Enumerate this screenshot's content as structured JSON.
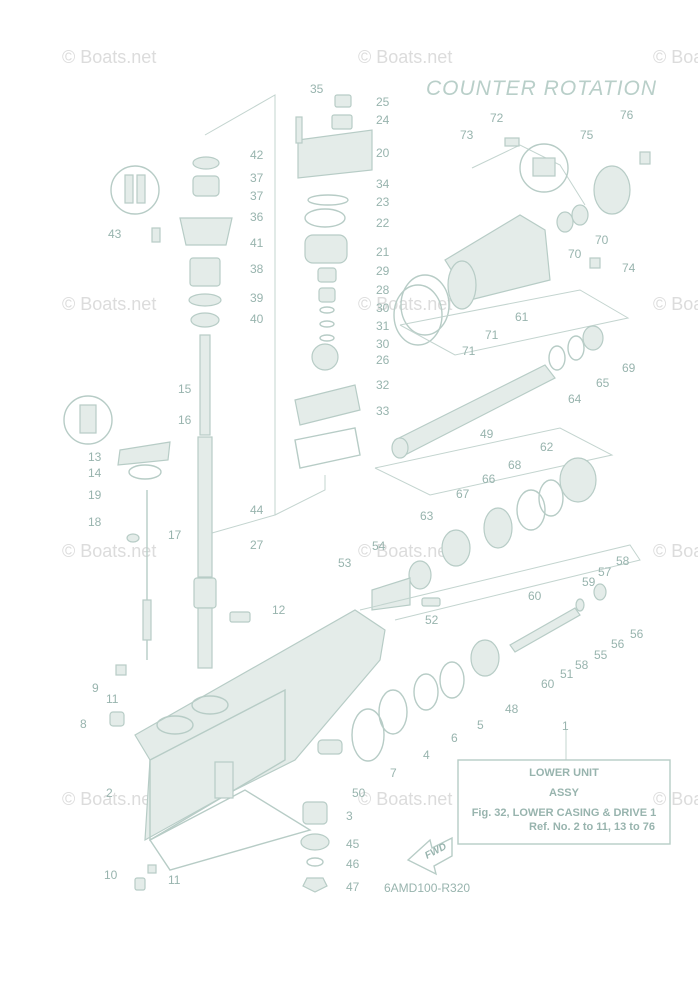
{
  "watermark": "© Boats.net",
  "heading": "COUNTER  ROTATION",
  "diagram_code": "6AMD100-R320",
  "fwd_label": "FWD",
  "info_box": {
    "line1": "LOWER UNIT",
    "line2": "ASSY",
    "line3": "Fig. 32, LOWER CASING & DRIVE 1",
    "line4": "Ref. No. 2 to 11, 13 to 76"
  },
  "callouts": [
    {
      "id": "c35",
      "text": "35"
    },
    {
      "id": "c25",
      "text": "25"
    },
    {
      "id": "c24",
      "text": "24"
    },
    {
      "id": "c20",
      "text": "20"
    },
    {
      "id": "c34",
      "text": "34"
    },
    {
      "id": "c23",
      "text": "23"
    },
    {
      "id": "c22",
      "text": "22"
    },
    {
      "id": "c21",
      "text": "21"
    },
    {
      "id": "c29",
      "text": "29"
    },
    {
      "id": "c28",
      "text": "28"
    },
    {
      "id": "c30a",
      "text": "30"
    },
    {
      "id": "c31",
      "text": "31"
    },
    {
      "id": "c30b",
      "text": "30"
    },
    {
      "id": "c26",
      "text": "26"
    },
    {
      "id": "c32",
      "text": "32"
    },
    {
      "id": "c33",
      "text": "33"
    },
    {
      "id": "c42",
      "text": "42"
    },
    {
      "id": "c37a",
      "text": "37"
    },
    {
      "id": "c37b",
      "text": "37"
    },
    {
      "id": "c36",
      "text": "36"
    },
    {
      "id": "c43",
      "text": "43"
    },
    {
      "id": "c41",
      "text": "41"
    },
    {
      "id": "c38",
      "text": "38"
    },
    {
      "id": "c39",
      "text": "39"
    },
    {
      "id": "c40",
      "text": "40"
    },
    {
      "id": "c15",
      "text": "15"
    },
    {
      "id": "c16",
      "text": "16"
    },
    {
      "id": "c13",
      "text": "13"
    },
    {
      "id": "c14",
      "text": "14"
    },
    {
      "id": "c19",
      "text": "19"
    },
    {
      "id": "c18",
      "text": "18"
    },
    {
      "id": "c17",
      "text": "17"
    },
    {
      "id": "c44",
      "text": "44"
    },
    {
      "id": "c27",
      "text": "27"
    },
    {
      "id": "c12",
      "text": "12"
    },
    {
      "id": "c9",
      "text": "9"
    },
    {
      "id": "c11a",
      "text": "11"
    },
    {
      "id": "c8",
      "text": "8"
    },
    {
      "id": "c2",
      "text": "2"
    },
    {
      "id": "c10",
      "text": "10"
    },
    {
      "id": "c11b",
      "text": "11"
    },
    {
      "id": "c72",
      "text": "72"
    },
    {
      "id": "c73",
      "text": "73"
    },
    {
      "id": "c76",
      "text": "76"
    },
    {
      "id": "c75",
      "text": "75"
    },
    {
      "id": "c70a",
      "text": "70"
    },
    {
      "id": "c70b",
      "text": "70"
    },
    {
      "id": "c74",
      "text": "74"
    },
    {
      "id": "c61",
      "text": "61"
    },
    {
      "id": "c71a",
      "text": "71"
    },
    {
      "id": "c71b",
      "text": "71"
    },
    {
      "id": "c69",
      "text": "69"
    },
    {
      "id": "c65",
      "text": "65"
    },
    {
      "id": "c64",
      "text": "64"
    },
    {
      "id": "c49",
      "text": "49"
    },
    {
      "id": "c62",
      "text": "62"
    },
    {
      "id": "c68",
      "text": "68"
    },
    {
      "id": "c66",
      "text": "66"
    },
    {
      "id": "c67",
      "text": "67"
    },
    {
      "id": "c63",
      "text": "63"
    },
    {
      "id": "c54",
      "text": "54"
    },
    {
      "id": "c53",
      "text": "53"
    },
    {
      "id": "c52",
      "text": "52"
    },
    {
      "id": "c58a",
      "text": "58"
    },
    {
      "id": "c57",
      "text": "57"
    },
    {
      "id": "c59",
      "text": "59"
    },
    {
      "id": "c60a",
      "text": "60"
    },
    {
      "id": "c56a",
      "text": "56"
    },
    {
      "id": "c56b",
      "text": "56"
    },
    {
      "id": "c55",
      "text": "55"
    },
    {
      "id": "c58b",
      "text": "58"
    },
    {
      "id": "c51",
      "text": "51"
    },
    {
      "id": "c60b",
      "text": "60"
    },
    {
      "id": "c48",
      "text": "48"
    },
    {
      "id": "c5",
      "text": "5"
    },
    {
      "id": "c6",
      "text": "6"
    },
    {
      "id": "c4",
      "text": "4"
    },
    {
      "id": "c7",
      "text": "7"
    },
    {
      "id": "c50",
      "text": "50"
    },
    {
      "id": "c3",
      "text": "3"
    },
    {
      "id": "c45",
      "text": "45"
    },
    {
      "id": "c46",
      "text": "46"
    },
    {
      "id": "c47",
      "text": "47"
    },
    {
      "id": "c1",
      "text": "1"
    }
  ]
}
